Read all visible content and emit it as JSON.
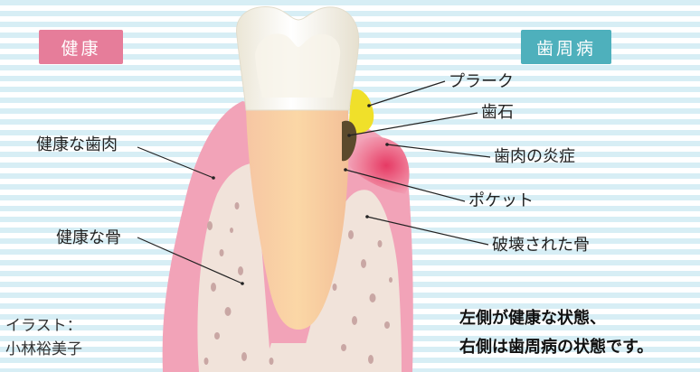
{
  "badges": {
    "healthy": "健康",
    "disease": "歯周病"
  },
  "labels": {
    "plaque": "プラーク",
    "calculus": "歯石",
    "gum_inflammation": "歯肉の炎症",
    "pocket": "ポケット",
    "destroyed_bone": "破壊された骨",
    "healthy_gum": "健康な歯肉",
    "healthy_bone": "健康な骨"
  },
  "credit": {
    "line1": "イラスト：",
    "line2": "小林裕美子"
  },
  "caption": {
    "line1": "左側が健康な状態、",
    "line2": "右側は歯周病の状態です。"
  },
  "colors": {
    "gum": "#f2a3b8",
    "bone": "#f1e3da",
    "tooth_root": "#f7c89c",
    "enamel": "#f5f1e6",
    "plaque": "#f0e02a",
    "calculus": "#5a4a2a",
    "inflammation": "#e8456e"
  }
}
